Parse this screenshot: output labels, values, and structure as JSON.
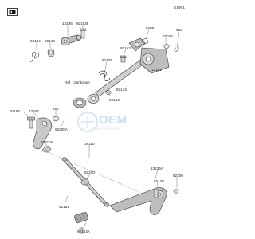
{
  "figure_code": "E1991",
  "labels": {
    "p92144": "92144",
    "p92142": "92142",
    "p13236": "13236",
    "p92153a": "921538",
    "p92081": "92081",
    "p92022": "92022",
    "p482": "482",
    "p92153b": "92153",
    "p13161": "13161",
    "p92145": "92145",
    "ref_crankcase": "Ref. Crankcase",
    "p92153c": "92153",
    "p92143": "92143",
    "p92153d": "92153",
    "p13042": "13042",
    "p480": "480",
    "p92200a": "92200A",
    "p92210a": "92210A",
    "p39110": "39110",
    "p92210": "92210",
    "p13236a": "13236A",
    "p92200": "92200",
    "p92138": "92138",
    "p92161": "92161",
    "p92153a2": "92153A"
  },
  "watermark": {
    "text": "OEM",
    "subtext": "MOTORPARTS"
  }
}
